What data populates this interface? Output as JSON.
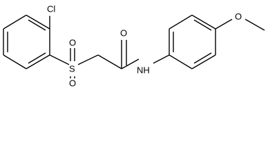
{
  "molecule": {
    "atoms": {
      "cl": "Cl",
      "s": "S",
      "o_sulfonyl_top": "O",
      "o_sulfonyl_bottom": "O",
      "o_carbonyl": "O",
      "nh": "NH",
      "o_methoxy": "O"
    }
  }
}
